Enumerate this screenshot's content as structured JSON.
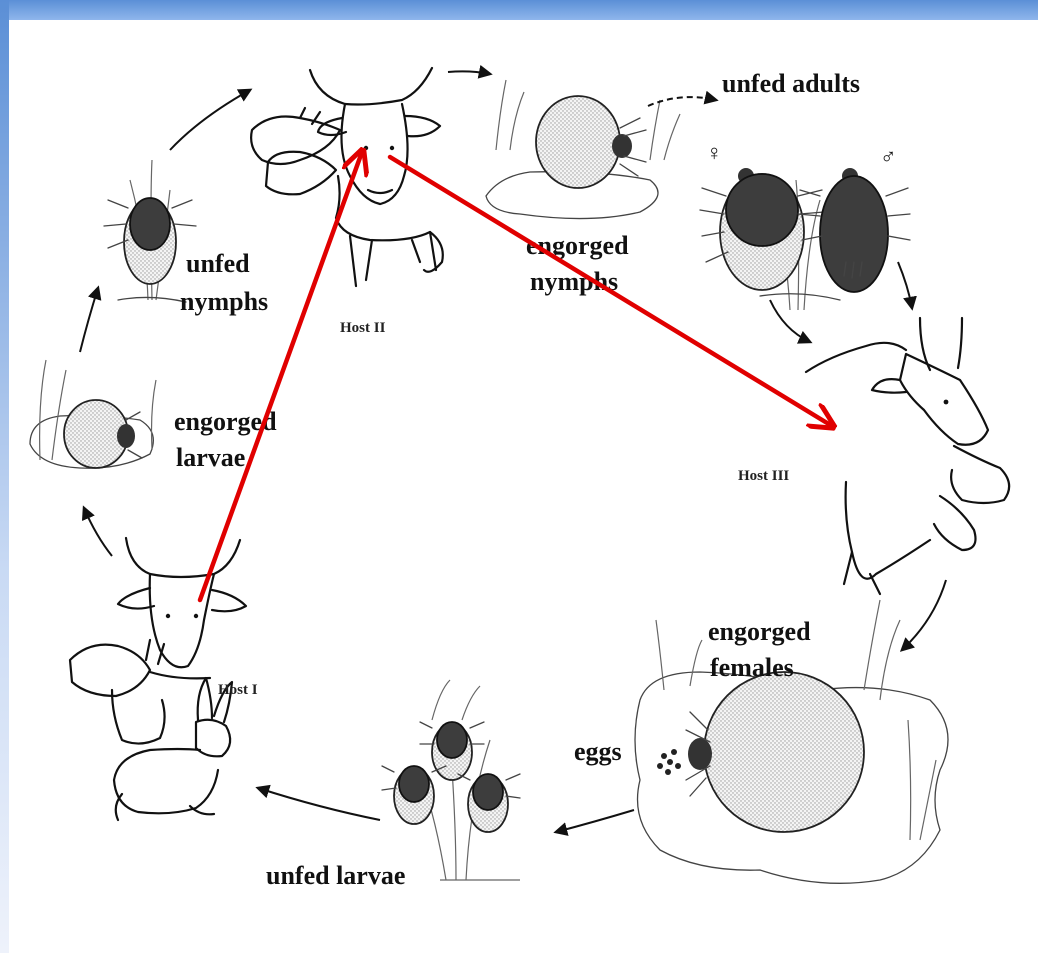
{
  "labels": {
    "unfed_adults": "unfed adults",
    "engorged_nymphs_1": "engorged",
    "engorged_nymphs_2": "nymphs",
    "unfed_nymphs_1": "unfed",
    "unfed_nymphs_2": "nymphs",
    "engorged_larvae_1": "engorged",
    "engorged_larvae_2": "larvae",
    "engorged_females_1": "engorged",
    "engorged_females_2": "females",
    "eggs": "eggs",
    "unfed_larvae": "unfed larvae",
    "host_1": "Host I",
    "host_2": "Host II",
    "host_3": "Host III",
    "female_symbol": "♀",
    "male_symbol": "♂"
  },
  "colors": {
    "frame_top": "#5b8fd6",
    "frame_fade": "#eef2fb",
    "ink": "#111111",
    "overlay_arrow": "#e00000"
  },
  "icons": [
    "tick-icon",
    "cow-icon",
    "goat-icon",
    "rabbit-icon",
    "grass-icon",
    "arrow-icon"
  ]
}
